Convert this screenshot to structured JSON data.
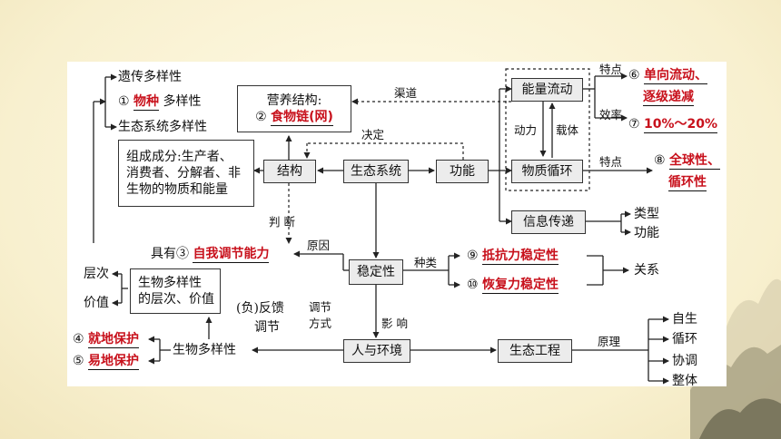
{
  "nodes": {
    "ecosystem": "生态系统",
    "structure": "结构",
    "function": "功能",
    "energy_flow": "能量流动",
    "material_cycle": "物质循环",
    "info_transfer": "信息传递",
    "stability": "稳定性",
    "human_env": "人与环境",
    "eco_engineering": "生态工程",
    "biodiversity_box": "生物多样性\n的层次、价值",
    "components_box": "组成成分:生产者、\n消费者、分解者、非\n生物的物质和能量",
    "trophic_label": "营养结构:",
    "trophic_num": "②",
    "trophic_answer": "食物链(网)",
    "biodiversity": "生物多样性"
  },
  "labels": {
    "genetic_diversity": "遗传多样性",
    "species_num": "①",
    "species_answer": "物种",
    "species_suffix": "多样性",
    "ecosystem_diversity": "生态系统多样性",
    "channel": "渠道",
    "decide": "决定",
    "judge": "判 断",
    "power": "动力",
    "carrier": "载体",
    "feature1": "特点",
    "efficiency": "效率",
    "feature2": "特点",
    "ans6_num": "⑥",
    "ans6_line1": "单向流动、",
    "ans6_line2": "逐级递减",
    "ans7_num": "⑦",
    "ans7": "10%～20%",
    "ans8_num": "⑧",
    "ans8_line1": "全球性、",
    "ans8_line2": "循环性",
    "type": "类型",
    "func": "功能",
    "reason": "原因",
    "have_prefix": "具有③",
    "ans3": "自我调节能力",
    "kind": "种类",
    "ans9_num": "⑨",
    "ans9": "抵抗力稳定性",
    "ans10_num": "⑩",
    "ans10": "恢复力稳定性",
    "relation": "关系",
    "level": "层次",
    "value": "价值",
    "feedback1": "(负)反馈",
    "feedback2": "调节",
    "regulate1": "调节",
    "regulate2": "方式",
    "influence": "影 响",
    "ans4_num": "④",
    "ans4": "就地保护",
    "ans5_num": "⑤",
    "ans5": "易地保护",
    "principle": "原理",
    "self_grow": "自生",
    "cycle": "循环",
    "coordinate": "协调",
    "whole": "整体"
  }
}
